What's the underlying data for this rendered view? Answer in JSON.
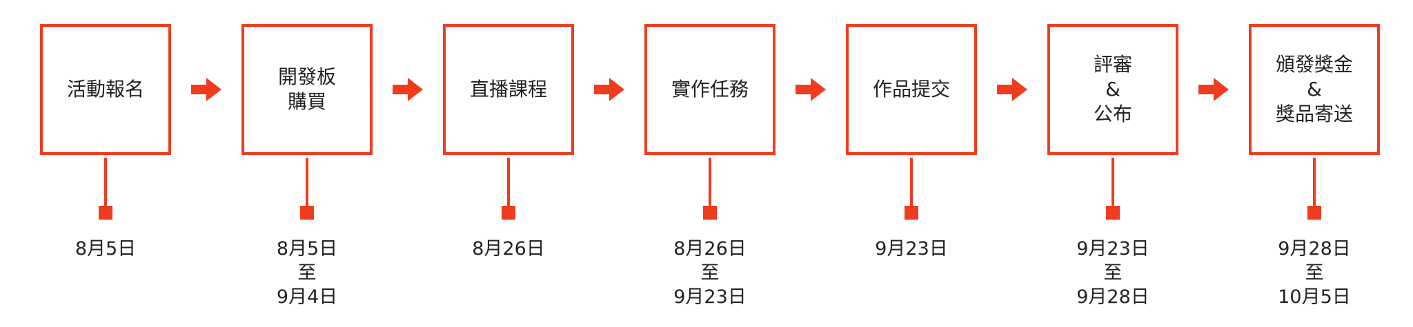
{
  "accent_color": "#f03c1e",
  "steps": [
    {
      "lines": [
        "活動報名"
      ],
      "date_lines": [
        "8月5日"
      ]
    },
    {
      "lines": [
        "開發板",
        "購買"
      ],
      "date_lines": [
        "8月5日",
        "至",
        "9月4日"
      ]
    },
    {
      "lines": [
        "直播課程"
      ],
      "date_lines": [
        "8月26日"
      ]
    },
    {
      "lines": [
        "實作任務"
      ],
      "date_lines": [
        "8月26日",
        "至",
        "9月23日"
      ]
    },
    {
      "lines": [
        "作品提交"
      ],
      "date_lines": [
        "9月23日"
      ]
    },
    {
      "lines": [
        "評審",
        "&",
        "公布"
      ],
      "date_lines": [
        "9月23日",
        "至",
        "9月28日"
      ]
    },
    {
      "lines": [
        "頒發獎金",
        "&",
        "獎品寄送"
      ],
      "date_lines": [
        "9月28日",
        "至",
        "10月5日"
      ]
    }
  ]
}
